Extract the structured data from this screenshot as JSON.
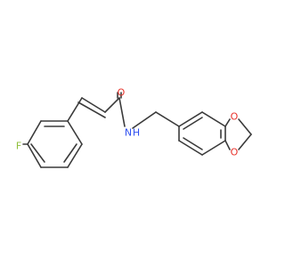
{
  "molecule": {
    "atoms": {
      "fluorine": "F",
      "carbonyl_oxygen": "O",
      "amide_nitrogen": "N",
      "amide_hydrogen": "H",
      "dioxole_oxygen_top": "O",
      "dioxole_oxygen_bottom": "O"
    },
    "colors": {
      "bond": "#3a3a3a",
      "fluorine": "#8fbf3a",
      "oxygen": "#e8322b",
      "nitrogen": "#3050f0"
    }
  }
}
